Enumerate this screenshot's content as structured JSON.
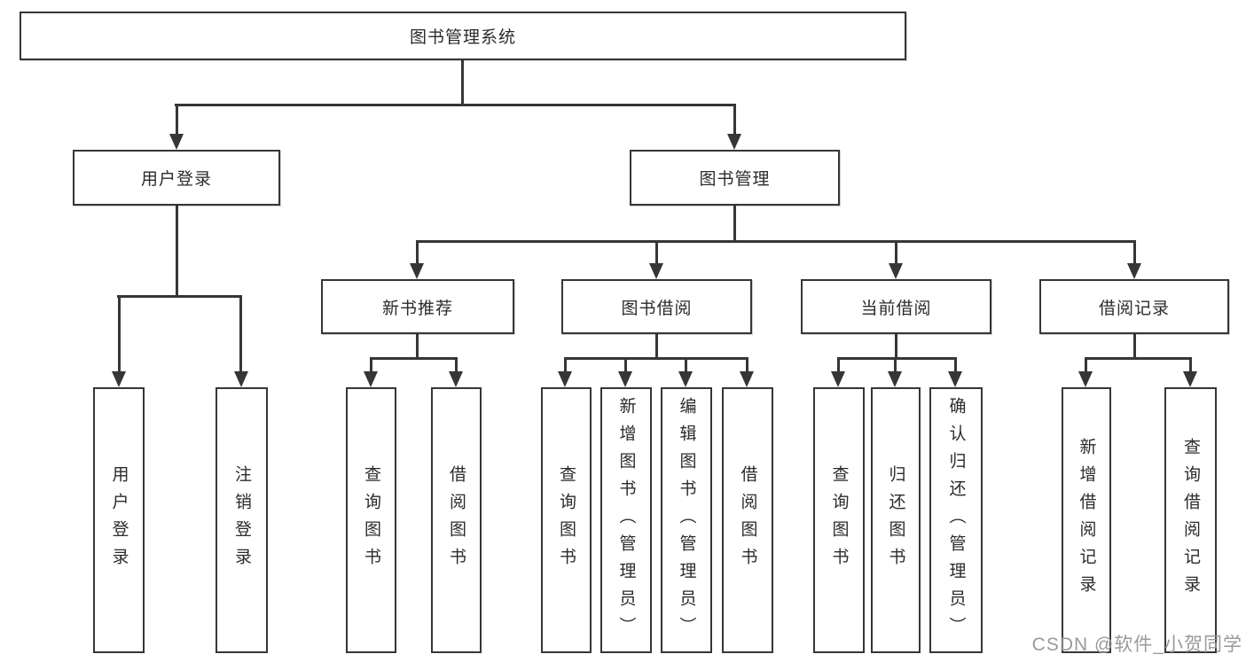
{
  "diagram_title": "图书管理系统",
  "tree": {
    "label": "图书管理系统",
    "children": [
      {
        "label": "用户登录",
        "children": [
          {
            "label": "用户登录"
          },
          {
            "label": "注销登录"
          }
        ]
      },
      {
        "label": "图书管理",
        "children": [
          {
            "label": "新书推荐",
            "children": [
              {
                "label": "查询图书"
              },
              {
                "label": "借阅图书"
              }
            ]
          },
          {
            "label": "图书借阅",
            "children": [
              {
                "label": "查询图书"
              },
              {
                "label": "新增图书（管理员）"
              },
              {
                "label": "编辑图书（管理员）"
              },
              {
                "label": "借阅图书"
              }
            ]
          },
          {
            "label": "当前借阅",
            "children": [
              {
                "label": "查询图书"
              },
              {
                "label": "归还图书"
              },
              {
                "label": "确认归还（管理员）"
              }
            ]
          },
          {
            "label": "借阅记录",
            "children": [
              {
                "label": "新增借阅记录"
              },
              {
                "label": "查询借阅记录"
              }
            ]
          }
        ]
      }
    ]
  },
  "watermark": {
    "text": "CSDN @软件_小贺同学"
  },
  "colors": {
    "line": "#363636",
    "text": "#2b2b2b",
    "watermark": "#9e9898",
    "background": "#ffffff"
  }
}
